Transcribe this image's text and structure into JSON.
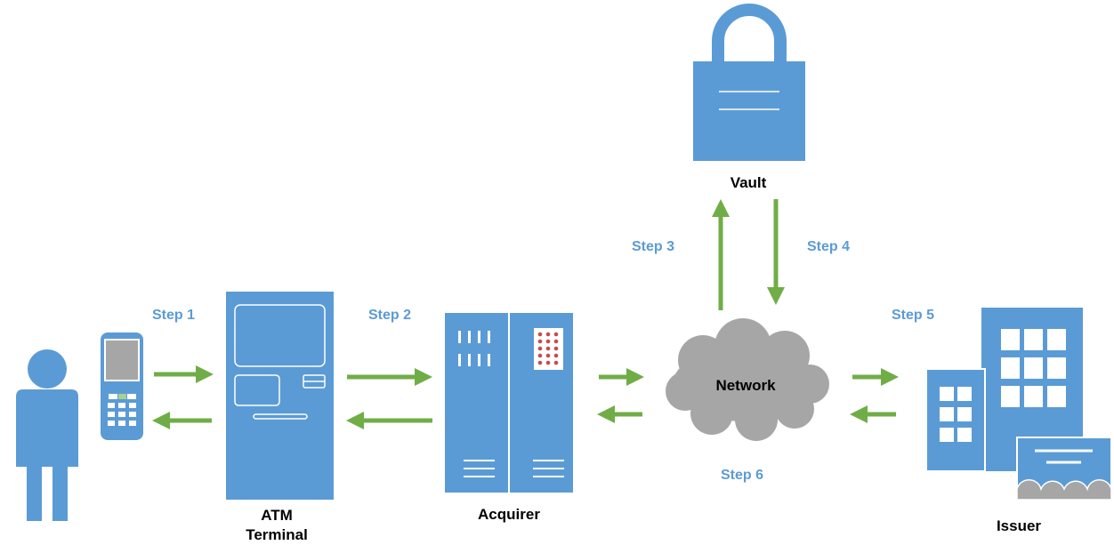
{
  "colors": {
    "device_blue": "#5b9bd5",
    "arrow_green": "#70ad47",
    "cloud_gray": "#a6a6a6",
    "keypad_dots": "#c0504d",
    "step_text": "#5b9bd5",
    "label_text": "#000000"
  },
  "steps": {
    "step1": "Step 1",
    "step2": "Step 2",
    "step3": "Step 3",
    "step4": "Step 4",
    "step5": "Step 5",
    "step6": "Step 6"
  },
  "labels": {
    "atm_line1": "ATM",
    "atm_line2": "Terminal",
    "acquirer": "Acquirer",
    "network": "Network",
    "vault": "Vault",
    "issuer": "Issuer"
  },
  "icons": {
    "person": "person-icon",
    "phone": "mobile-phone-icon",
    "atm": "atm-terminal-icon",
    "acquirer": "server-cabinet-icon",
    "network": "cloud-icon",
    "vault": "padlock-icon",
    "issuer": "bank-buildings-icon"
  }
}
